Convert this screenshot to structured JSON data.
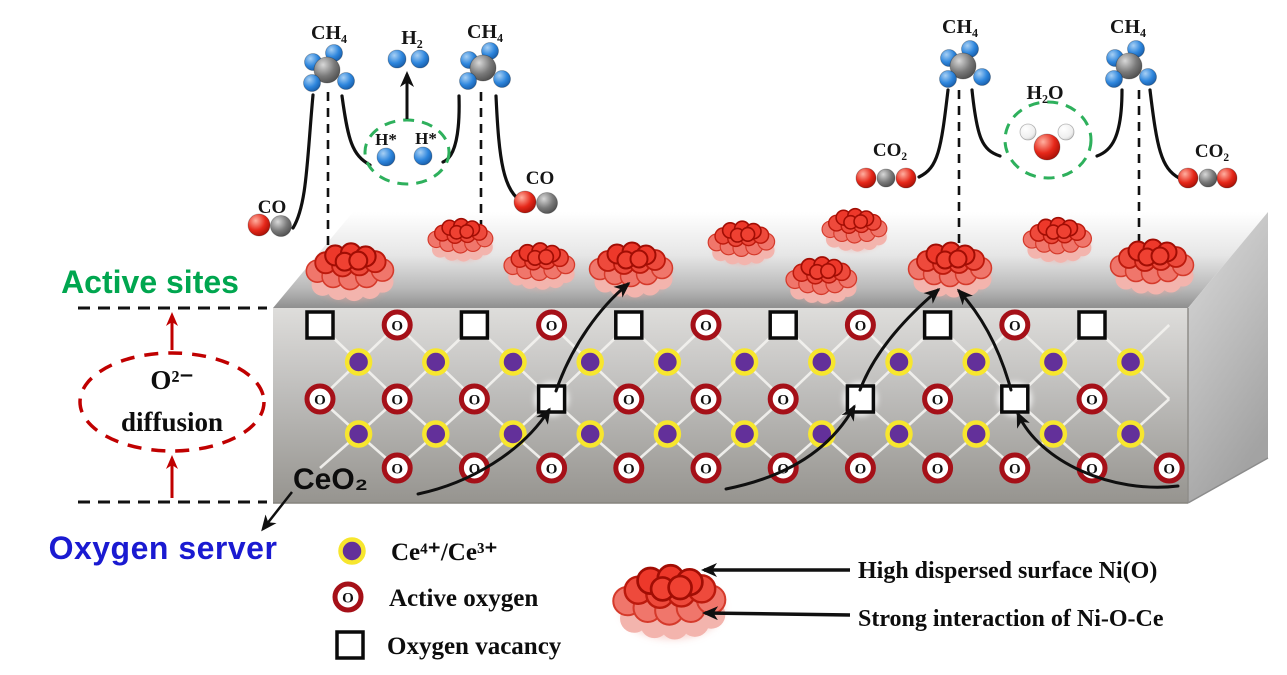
{
  "labels": {
    "active_sites": "Active sites",
    "oxygen_server": "Oxygen server",
    "o2": "O²⁻",
    "diffusion": "diffusion",
    "ceo2": "CeO₂",
    "h_star": "H*"
  },
  "molecules": {
    "ch4": "CH₄",
    "h2": "H₂",
    "h2o": "H₂O",
    "co": "CO",
    "co2": "CO₂"
  },
  "lattice": {
    "oxygen_symbol": "O",
    "rows": [
      {
        "name": "surface-anion-row",
        "pattern": [
          "V",
          "O",
          "V",
          "O",
          "V",
          "O",
          "V",
          "O",
          "V",
          "O",
          "V"
        ]
      },
      {
        "name": "cerium-row-upper",
        "pattern": [
          "Ce",
          "Ce",
          "Ce",
          "Ce",
          "Ce",
          "Ce",
          "Ce",
          "Ce",
          "Ce",
          "Ce",
          "Ce"
        ]
      },
      {
        "name": "middle-anion-row",
        "pattern": [
          "O",
          "O",
          "O",
          "V",
          "O",
          "O",
          "O",
          "V",
          "O",
          "V",
          "O"
        ]
      },
      {
        "name": "cerium-row-lower",
        "pattern": [
          "Ce",
          "Ce",
          "Ce",
          "Ce",
          "Ce",
          "Ce",
          "Ce",
          "Ce",
          "Ce",
          "Ce",
          "Ce"
        ]
      },
      {
        "name": "bottom-anion-row",
        "pattern": [
          "O",
          "O",
          "O",
          "O",
          "O",
          "O",
          "O",
          "O",
          "O",
          "O",
          "O"
        ]
      }
    ]
  },
  "legend": {
    "items": [
      {
        "symbol": "cerium-ion",
        "label": "Ce⁴⁺/Ce³⁺"
      },
      {
        "symbol": "active-oxygen",
        "label": "Active oxygen"
      },
      {
        "symbol": "oxygen-vacancy",
        "label": "Oxygen vacancy"
      }
    ],
    "ni_annotations": [
      "High dispersed surface Ni(O)",
      "Strong interaction of Ni-O-Ce"
    ]
  },
  "colors": {
    "active_sites_green": "#00a64f",
    "oxygen_server_blue": "#1a1ad1",
    "diffusion_red": "#c00000",
    "green_dash": "#2eb05c",
    "cerium_fill": "#63309a",
    "cerium_ring": "#f7e62e",
    "oxygen_ring": "#a51018",
    "nickel_red": "#ee4234"
  }
}
